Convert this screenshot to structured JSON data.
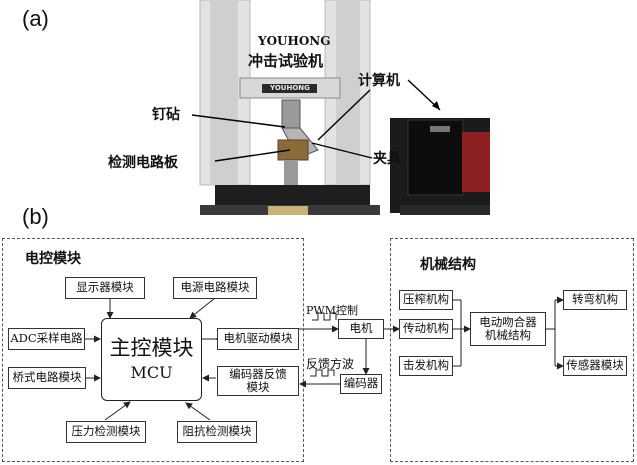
{
  "part_a": {
    "label": "(a)",
    "machine_brand": "YOUHONG",
    "machine_title": "冲击试验机",
    "plate_brand": "YOUHONG",
    "callouts": {
      "computer": "计算机",
      "anvil": "钉砧",
      "circuit_board": "检测电路板",
      "clamp": "夹具"
    }
  },
  "part_b": {
    "label": "(b)",
    "control_module": {
      "title": "电控模块",
      "main": {
        "line1": "主控模块",
        "line2": "MCU"
      },
      "blocks": {
        "display": "显示器模块",
        "power": "电源电路模块",
        "adc": "ADC采样电路",
        "motor_driver": "电机驱动模块",
        "bridge": "桥式电路模块",
        "encoder_fb_1": "编码器反馈",
        "encoder_fb_2": "模块",
        "pressure": "压力检测模块",
        "impedance": "阻抗检测模块"
      }
    },
    "signals": {
      "pwm": "PWM控制",
      "feedback": "反馈方波",
      "motor": "电机",
      "encoder": "编码器"
    },
    "mechanical": {
      "title": "机械结构",
      "press": "压榨机构",
      "transmission": "传动机构",
      "trigger": "击发机构",
      "engage_1": "电动吻合器",
      "engage_2": "机械结构",
      "bend": "转弯机构",
      "sensor": "传感器模块"
    }
  }
}
